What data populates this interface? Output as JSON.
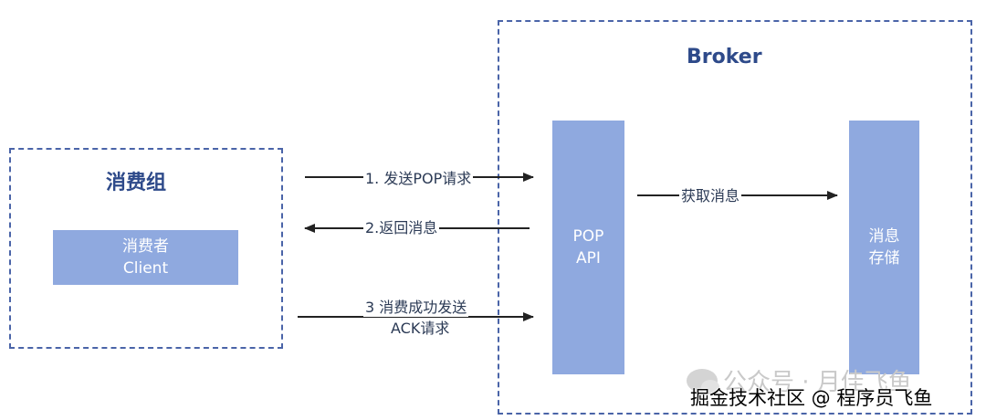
{
  "consumer_group": {
    "title": "消费组",
    "client_line1": "消费者",
    "client_line2": "Client"
  },
  "broker": {
    "title": "Broker",
    "pop_api_line1": "POP",
    "pop_api_line2": "API",
    "storage_line1": "消息",
    "storage_line2": "存储"
  },
  "arrows": {
    "send_pop": "1. 发送POP请求",
    "return_msg": "2.返回消息",
    "ack_line1": "3 消费成功发送",
    "ack_line2": "ACK请求",
    "fetch_msg": "获取消息"
  },
  "watermark": {
    "wechat_text": "公众号 · 月佳飞鱼",
    "site_text": "掘金技术社区 @ 程序员飞鱼"
  },
  "colors": {
    "border": "#4a64a8",
    "bar": "#8fa9df",
    "title": "#2e4a8a"
  }
}
